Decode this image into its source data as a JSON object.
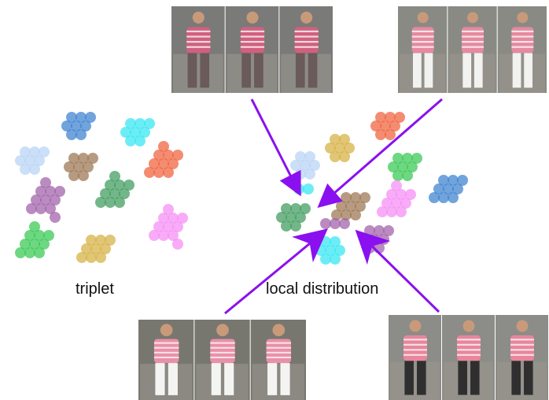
{
  "captions": {
    "left": "triplet",
    "right": "local distribution"
  },
  "cluster_colors": {
    "blue": "#3a7fd0",
    "cyan": "#33e6f2",
    "light_blue": "#b7d3f5",
    "brown": "#9a7450",
    "orange": "#f0603a",
    "purple": "#a05ea8",
    "green_dark": "#3d9a5c",
    "green": "#36c850",
    "yellow": "#d4b040",
    "pink": "#f58cf5"
  },
  "arrow_color": "#8a10f0",
  "photo_groups": [
    {
      "name": "photo-group-top-left",
      "figures": 3,
      "shirt": "#d0607e",
      "pants": "#6a5a5a",
      "bg": "#7a7a78"
    },
    {
      "name": "photo-group-top-right",
      "figures": 3,
      "shirt": "#e58aa0",
      "pants": "#f2f2f0",
      "bg": "#8a8a84"
    },
    {
      "name": "photo-group-bottom-left",
      "figures": 3,
      "shirt": "#ea90a8",
      "pants": "#f4f4f2",
      "bg": "#777770"
    },
    {
      "name": "photo-group-bottom-right",
      "figures": 3,
      "shirt": "#e8869c",
      "pants": "#2f2f2f",
      "bg": "#8c8c88"
    }
  ]
}
